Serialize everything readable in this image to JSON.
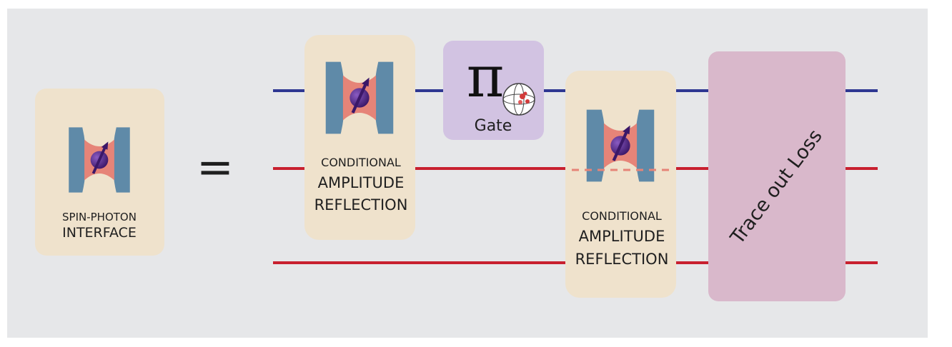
{
  "colors": {
    "panel": "#e6e7e9",
    "module_fill": "#efe2cc",
    "gate_fill": "#d2c3e2",
    "trace_fill": "#d9b8cb",
    "blue_wire": "#2e3792",
    "red_wire": "#c8202f",
    "mirror": "#5f8aa8",
    "beam": "#e68478",
    "atom": "#5a2a8a"
  },
  "spin_photon": {
    "line1": "SPIN-PHOTON",
    "line2": "INTERFACE"
  },
  "equals": "=",
  "module1": {
    "line1": "CONDITIONAL",
    "line2": "AMPLITUDE",
    "line3": "REFLECTION"
  },
  "gate": {
    "symbol": "π",
    "label": "Gate"
  },
  "module2": {
    "line1": "CONDITIONAL",
    "line2": "AMPLITUDE",
    "line3": "REFLECTION"
  },
  "trace": {
    "label": "Trace out Loss"
  }
}
